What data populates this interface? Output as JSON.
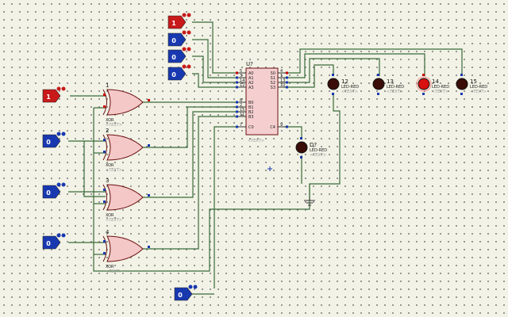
{
  "logic_inputs": [
    {
      "id": "in-a0",
      "value": "1",
      "color": "#c81a1a"
    },
    {
      "id": "in-a1",
      "value": "0",
      "color": "#1838b0"
    },
    {
      "id": "in-a2",
      "value": "0",
      "color": "#1838b0"
    },
    {
      "id": "in-a3",
      "value": "0",
      "color": "#1838b0"
    },
    {
      "id": "in-g1",
      "value": "1",
      "color": "#c81a1a"
    },
    {
      "id": "in-g2",
      "value": "0",
      "color": "#1838b0"
    },
    {
      "id": "in-g3",
      "value": "0",
      "color": "#1838b0"
    },
    {
      "id": "in-g4",
      "value": "0",
      "color": "#1838b0"
    },
    {
      "id": "in-c",
      "value": "0",
      "color": "#1838b0"
    }
  ],
  "gates": [
    {
      "ref": "1",
      "type": "XOR",
      "text": "<TEXT>"
    },
    {
      "ref": "2",
      "type": "XOR",
      "text": "<TEXT>"
    },
    {
      "ref": "3",
      "type": "XOR",
      "text": "<TEXT>"
    },
    {
      "ref": "4",
      "type": "XOR",
      "text": "<TEXT>"
    }
  ],
  "chip": {
    "ref": "U?",
    "text": "<TEXT>",
    "left_pins": [
      {
        "num": "5",
        "name": "A0"
      },
      {
        "num": "3",
        "name": "A1"
      },
      {
        "num": "14",
        "name": "A2"
      },
      {
        "num": "12",
        "name": "A3"
      },
      {
        "num": "6",
        "name": "B0"
      },
      {
        "num": "2",
        "name": "B1"
      },
      {
        "num": "15",
        "name": "B2"
      },
      {
        "num": "11",
        "name": "B3"
      },
      {
        "num": "7",
        "name": "C0"
      }
    ],
    "right_pins": [
      {
        "num": "4",
        "name": "S0"
      },
      {
        "num": "1",
        "name": "S1"
      },
      {
        "num": "13",
        "name": "S2"
      },
      {
        "num": "10",
        "name": "S3"
      },
      {
        "num": "9",
        "name": "C4"
      }
    ]
  },
  "leds": [
    {
      "ref": "12",
      "type": "LED-RED",
      "text": "<TEXT>",
      "lit": false
    },
    {
      "ref": "13",
      "type": "LED-RED",
      "text": "<TEXT>",
      "lit": false
    },
    {
      "ref": "14",
      "type": "LED-RED",
      "text": "<TEXT>",
      "lit": true
    },
    {
      "ref": "15",
      "type": "LED-RED",
      "text": "<TEXT>",
      "lit": false
    },
    {
      "ref": "D?",
      "type": "LED-RED",
      "text": "<TEXT>",
      "lit": false
    }
  ],
  "colors": {
    "wire": "#3a6b3a",
    "led_off": "#3a0d08",
    "led_on": "#d81010",
    "high": "#c81a1a",
    "low": "#1838b0"
  }
}
